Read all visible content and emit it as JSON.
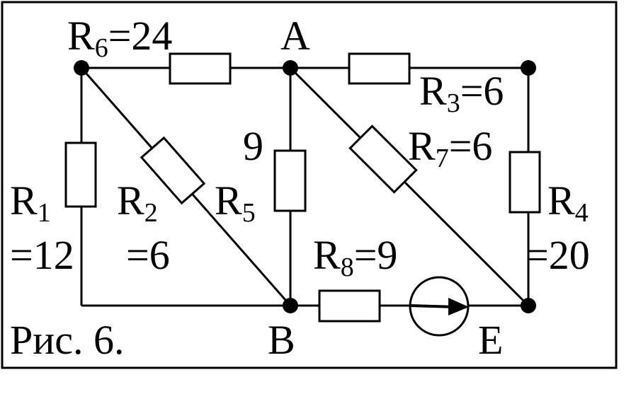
{
  "figure": {
    "caption": "Рис. 6."
  },
  "nodes": {
    "A": "A",
    "B": "B",
    "E": "E"
  },
  "resistors": {
    "r1": {
      "letter": "R",
      "index": "1",
      "value": "=12"
    },
    "r2": {
      "letter": "R",
      "index": "2",
      "value": "=6"
    },
    "r3": {
      "letter": "R",
      "index": "3",
      "value": "=6"
    },
    "r4": {
      "letter": "R",
      "index": "4",
      "value": "=20"
    },
    "r5": {
      "letter": "R",
      "index": "5",
      "value": "9"
    },
    "r6": {
      "letter": "R",
      "index": "6",
      "value": "=24"
    },
    "r7": {
      "letter": "R",
      "index": "7",
      "value": "=6"
    },
    "r8": {
      "letter": "R",
      "index": "8",
      "value": "=9"
    }
  },
  "colors": {
    "ink": "#000000",
    "background": "#ffffff"
  }
}
